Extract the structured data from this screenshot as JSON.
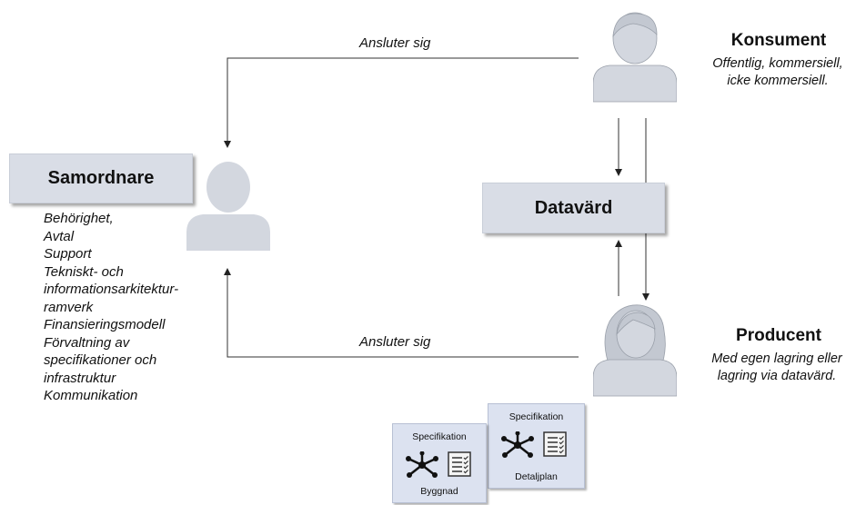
{
  "nodes": {
    "coordinator": {
      "label": "Samordnare"
    },
    "datahost": {
      "label": "Datavärd"
    }
  },
  "roles": {
    "consumer": {
      "title": "Konsument",
      "subtitle_1": "Offentlig, kommersiell,",
      "subtitle_2": "icke kommersiell."
    },
    "producer": {
      "title": "Producent",
      "subtitle_1": "Med egen lagring eller",
      "subtitle_2": "lagring via datavärd."
    }
  },
  "edges": {
    "consumer_connects": "Ansluter sig",
    "producer_connects": "Ansluter sig"
  },
  "coordinator_tasks": [
    "Behörighet,",
    "Avtal",
    "Support",
    "Tekniskt- och",
    "informationsarkitektur-",
    "ramverk",
    "Finansieringsmodell",
    "Förvaltning av",
    "specifikationer och",
    "infrastruktur",
    "Kommunikation"
  ],
  "spec_cards": [
    {
      "title": "Specifikation",
      "label": "Detaljplan"
    },
    {
      "title": "Specifikation",
      "label": "Byggnad"
    }
  ],
  "colors": {
    "box_fill": "#d9dde6",
    "person_fill": "#d3d7df",
    "card_fill": "#dce2f0",
    "line": "#333333"
  },
  "icons": {
    "person": "person-silhouette-icon",
    "network": "network-icon",
    "document": "document-list-icon"
  }
}
